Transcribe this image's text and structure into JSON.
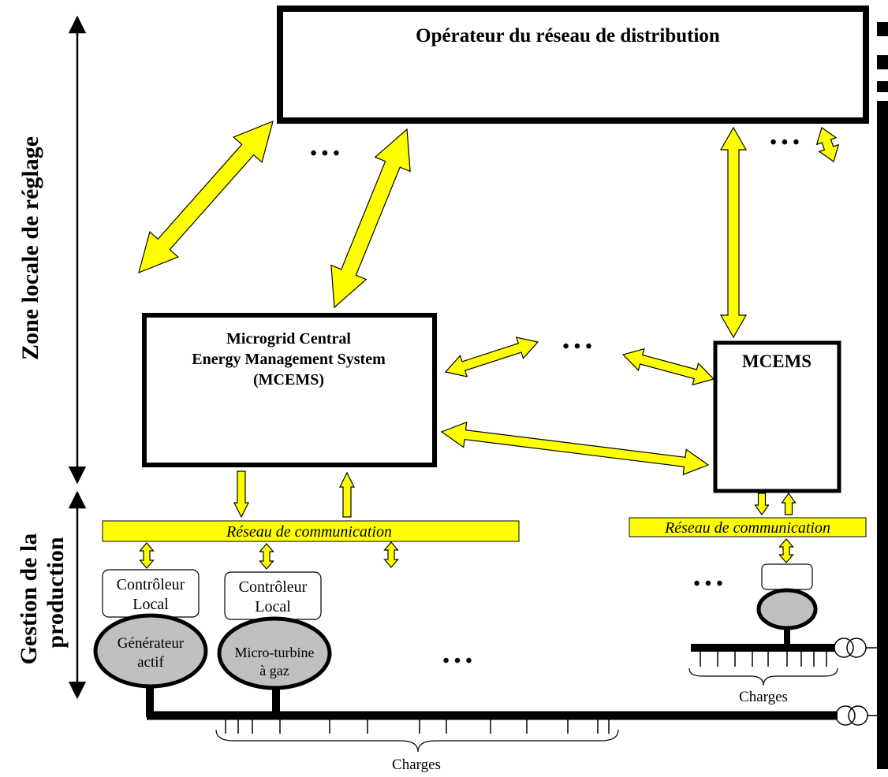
{
  "labels": {
    "operator": "Opérateur du réseau de distribution",
    "zone_locale": "Zone locale de réglage",
    "gestion_line1": "Gestion de la",
    "gestion_line2": "production",
    "mcems_main_line1": "Microgrid Central",
    "mcems_main_line2": "Energy Management System",
    "mcems_main_line3": "(MCEMS)",
    "mcems_right": "MCEMS",
    "comm_network_left": "Réseau de communication",
    "comm_network_right": "Réseau de communication",
    "controller1_line1": "Contrôleur",
    "controller1_line2": "Local",
    "controller2_line1": "Contrôleur",
    "controller2_line2": "Local",
    "generator_line1": "Générateur",
    "generator_line2": "actif",
    "turbine_line1": "Micro-turbine",
    "turbine_line2": "à gaz",
    "charges_bottom": "Charges",
    "charges_right": "Charges",
    "ellipsis": "• • •"
  },
  "colors": {
    "arrow_fill": "#ffff00",
    "box_stroke": "#000000",
    "source_fill": "#c0c0c0",
    "background": "#ffffff"
  }
}
